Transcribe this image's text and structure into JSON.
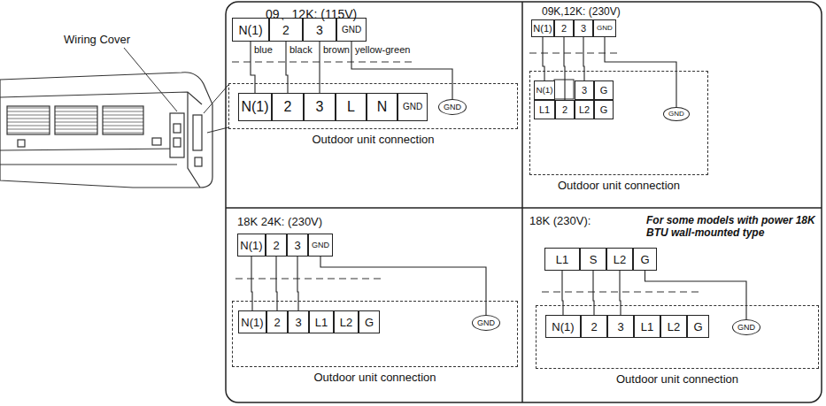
{
  "diagram": {
    "nodes": [
      {
        "text": [
          "09、12K: (115V)"
        ]
      },
      {
        "text": [
          "N(1)"
        ],
        "in": 0
      },
      {
        "text": [
          "2"
        ],
        "in": 0
      },
      {
        "text": [
          "3"
        ],
        "in": 0
      },
      {
        "text": [
          "GND"
        ],
        "in": 0
      },
      {
        "text": [
          "Outdoor unit connection"
        ],
        "in": 0
      },
      {
        "text": [
          "N(1)"
        ],
        "in": 5
      },
      {
        "text": [
          "2"
        ],
        "in": 5
      },
      {
        "text": [
          "3"
        ],
        "in": 5
      },
      {
        "text": [
          "L"
        ],
        "in": 5
      },
      {
        "text": [
          "N"
        ],
        "in": 5
      },
      {
        "text": [
          "GND"
        ],
        "in": 5
      },
      {
        "text": [
          "GND"
        ],
        "in": 5
      },
      {
        "text": [
          "09K,12K: (230V)"
        ]
      },
      {
        "text": [
          "N(1)"
        ],
        "in": 13
      },
      {
        "text": [
          "2"
        ],
        "in": 13
      },
      {
        "text": [
          "3"
        ],
        "in": 13
      },
      {
        "text": [
          "GND"
        ],
        "in": 13
      },
      {
        "text": [
          "Outdoor unit connection"
        ],
        "in": 13
      },
      {
        "text": [
          "N(1)"
        ],
        "in": 18
      },
      {
        "text": [
          "3"
        ],
        "in": 18
      },
      {
        "text": [
          "G"
        ],
        "in": 18
      },
      {
        "text": [
          "L1"
        ],
        "in": 18
      },
      {
        "text": [
          "2"
        ],
        "in": 18
      },
      {
        "text": [
          "L2"
        ],
        "in": 18
      },
      {
        "text": [
          "G"
        ],
        "in": 18
      },
      {
        "text": [
          "GND"
        ],
        "in": 18
      },
      {
        "text": [
          "18K 24K: (230V)"
        ]
      },
      {
        "text": [
          "N(1)"
        ],
        "in": 27
      },
      {
        "text": [
          "2"
        ],
        "in": 27
      },
      {
        "text": [
          "3"
        ],
        "in": 27
      },
      {
        "text": [
          "GND"
        ],
        "in": 27
      },
      {
        "text": [
          "Outdoor unit connection"
        ],
        "in": 27
      },
      {
        "text": [
          "N(1)"
        ],
        "in": 32
      },
      {
        "text": [
          "2"
        ],
        "in": 32
      },
      {
        "text": [
          "3"
        ],
        "in": 32
      },
      {
        "text": [
          "L1"
        ],
        "in": 32
      },
      {
        "text": [
          "L2"
        ],
        "in": 32
      },
      {
        "text": [
          "G"
        ],
        "in": 32
      },
      {
        "text": [
          "GND"
        ],
        "in": 32
      },
      {
        "text": [
          "18K (230V):",
          "For some models with power 18K BTU wall-mounted type"
        ]
      },
      {
        "text": [
          "L1"
        ],
        "in": 40
      },
      {
        "text": [
          "S"
        ],
        "in": 40
      },
      {
        "text": [
          "L2"
        ],
        "in": 40
      },
      {
        "text": [
          "G"
        ],
        "in": 40
      },
      {
        "text": [
          "Outdoor unit connection"
        ],
        "in": 40
      },
      {
        "text": [
          "N(1)"
        ],
        "in": 45
      },
      {
        "text": [
          "2"
        ],
        "in": 45
      },
      {
        "text": [
          "3"
        ],
        "in": 45
      },
      {
        "text": [
          "L1"
        ],
        "in": 45
      },
      {
        "text": [
          "L2"
        ],
        "in": 45
      },
      {
        "text": [
          "G"
        ],
        "in": 45
      },
      {
        "text": [
          "GND"
        ],
        "in": 45
      }
    ],
    "edges": [
      {
        "from": 1,
        "to": 6,
        "arrow": "none",
        "label": "blue"
      },
      {
        "from": 2,
        "to": 7,
        "arrow": "none",
        "label": "black"
      },
      {
        "from": 3,
        "to": 8,
        "arrow": "none",
        "label": "brown"
      },
      {
        "from": 4,
        "to": 12,
        "arrow": "none",
        "label": "yellow-green"
      },
      {
        "from": 14,
        "to": 19,
        "arrow": "none"
      },
      {
        "from": 15,
        "to": 23,
        "arrow": "none"
      },
      {
        "from": 16,
        "to": 20,
        "arrow": "none"
      },
      {
        "from": 17,
        "to": 26,
        "arrow": "none"
      },
      {
        "from": 28,
        "to": 33,
        "arrow": "none"
      },
      {
        "from": 29,
        "to": 34,
        "arrow": "none"
      },
      {
        "from": 30,
        "to": 35,
        "arrow": "none"
      },
      {
        "from": 31,
        "to": 39,
        "arrow": "none"
      },
      {
        "from": 41,
        "to": 46,
        "arrow": "none"
      },
      {
        "from": 42,
        "to": 47,
        "arrow": "none"
      },
      {
        "from": 43,
        "to": 48,
        "arrow": "none"
      },
      {
        "from": 44,
        "to": 52,
        "arrow": "none"
      }
    ],
    "labels": [
      "Wiring Cover"
    ]
  }
}
